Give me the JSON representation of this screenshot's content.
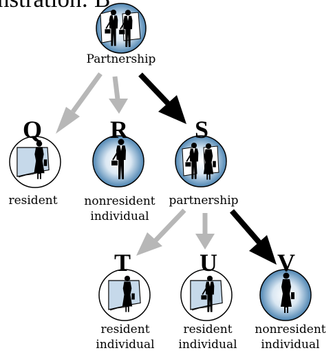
{
  "header_fragment": "nstration: B",
  "root": {
    "label": "Partnership",
    "icon": "two-businesspeople-icon"
  },
  "level1": [
    {
      "letter": "Q",
      "label": "resident",
      "icon": "state-map-person-icon"
    },
    {
      "letter": "R",
      "label": "nonresident individual",
      "label_lines": [
        "nonresident",
        "individual"
      ],
      "icon": "businessman-icon"
    },
    {
      "letter": "S",
      "label": "partnership",
      "icon": "two-businesspeople-icon"
    }
  ],
  "level2": [
    {
      "letter": "T",
      "label": "resident individual",
      "label_lines": [
        "resident",
        "individual"
      ],
      "icon": "state-map-person-icon"
    },
    {
      "letter": "U",
      "label": "resident individual",
      "label_lines": [
        "resident",
        "individual"
      ],
      "icon": "state-map-businessman-icon"
    },
    {
      "letter": "V",
      "label": "nonresident individual",
      "label_lines": [
        "nonresident",
        "individual"
      ],
      "icon": "businesswoman-icon"
    }
  ],
  "colors": {
    "gray_arrow": "#b7b7b7",
    "black_arrow": "#000000",
    "disc_light": "#dbe8f3",
    "disc_dark": "#4f86b3"
  }
}
